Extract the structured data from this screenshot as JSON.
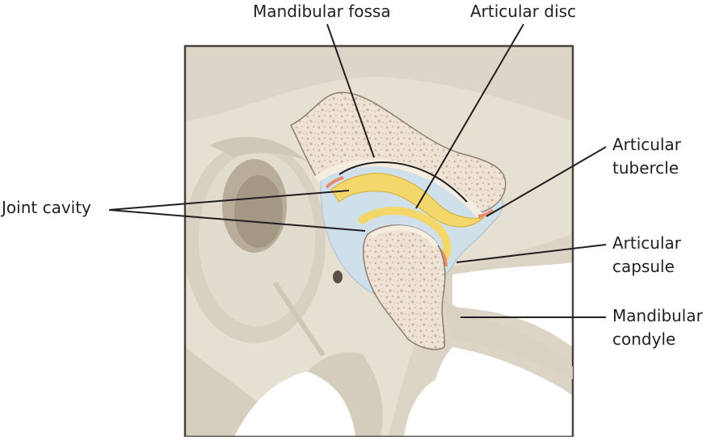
{
  "labels": {
    "mandibular_fossa": "Mandibular fossa",
    "articular_disc": "Articular disc",
    "joint_cavity": "Joint cavity",
    "articular_tubercle": [
      "Articular",
      "tubercle"
    ],
    "articular_capsule": [
      "Articular",
      "capsule"
    ],
    "mandibular_condyle": [
      "Mandibular",
      "condyle"
    ]
  },
  "colors": {
    "bone_background": "#e8e3d8",
    "bone_shading": "#d9d2c4",
    "cortical_bone": "#f3ede1",
    "spongy_bone": "#e6d7c8",
    "capsule": "#c9dce8",
    "disc": "#f5d86a",
    "synovial": "#e98a6a",
    "leader_lines": "#231f20"
  }
}
